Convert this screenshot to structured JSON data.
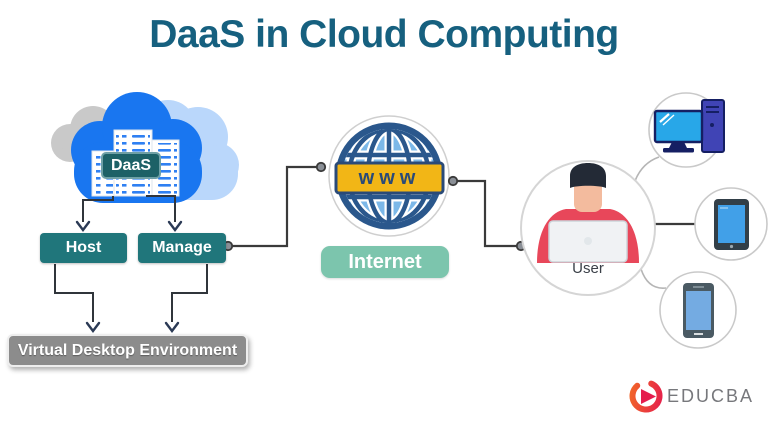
{
  "title": "DaaS in Cloud Computing",
  "cloud": {
    "badge_label": "DaaS",
    "icon": "cloud-servers-icon"
  },
  "flow": {
    "host_label": "Host",
    "manage_label": "Manage",
    "vde_label": "Virtual Desktop Environment"
  },
  "internet": {
    "banner_label": "www",
    "label": "Internet",
    "icon": "globe-www-icon"
  },
  "user": {
    "label": "User",
    "icon": "person-laptop-icon"
  },
  "devices": {
    "top": "desktop-computer-icon",
    "middle": "tablet-icon",
    "bottom": "smartphone-icon"
  },
  "brand": {
    "name": "EDUCBA",
    "icon": "educba-logo-icon"
  },
  "colors": {
    "title_text": "#16607F",
    "teal_box": "#20767B",
    "daas_badge": "#1D6167",
    "vde_gray": "#8C8C8C",
    "internet_pill": "#7CC5AD",
    "banner_yellow": "#F2B616",
    "globe_navy": "#2A578C",
    "globe_light_blue": "#7CB8E8",
    "cloud_blue": "#1976F0",
    "cloud_light_blue": "#BAD7FB",
    "cloud_gray": "#C9C9C9",
    "shirt_red": "#E8475A",
    "logo_red": "#E8402A",
    "brand_text_gray": "#77787C",
    "connector_dark": "#3A3A3A"
  }
}
